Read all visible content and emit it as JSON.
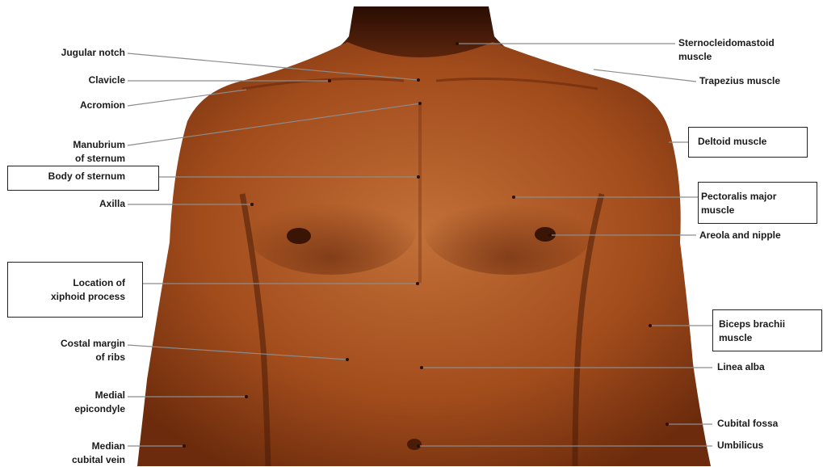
{
  "colors": {
    "skin_base": "#a9531f",
    "skin_dark": "#4a1c08",
    "skin_light": "#c87a45",
    "leader": "#8c8c8c",
    "text": "#1a1a1a",
    "background": "#ffffff"
  },
  "labels": {
    "jugular_notch": "Jugular notch",
    "clavicle": "Clavicle",
    "acromion": "Acromion",
    "manubrium_1": "Manubrium",
    "manubrium_2": "of sternum",
    "body_sternum": "Body of sternum",
    "axilla": "Axilla",
    "xiphoid_1": "Location of",
    "xiphoid_2": "xiphoid process",
    "costal_1": "Costal margin",
    "costal_2": "of ribs",
    "medial_epi_1": "Medial",
    "medial_epi_2": "epicondyle",
    "median_cub_1": "Median",
    "median_cub_2": "cubital vein",
    "scm_1": "Sternocleidomastoid",
    "scm_2": "muscle",
    "trapezius": "Trapezius muscle",
    "deltoid": "Deltoid muscle",
    "pec_1": "Pectoralis major",
    "pec_2": "muscle",
    "areola": "Areola and nipple",
    "biceps_1": "Biceps brachii",
    "biceps_2": "muscle",
    "linea_alba": "Linea alba",
    "cubital_fossa": "Cubital fossa",
    "umbilicus": "Umbilicus"
  }
}
